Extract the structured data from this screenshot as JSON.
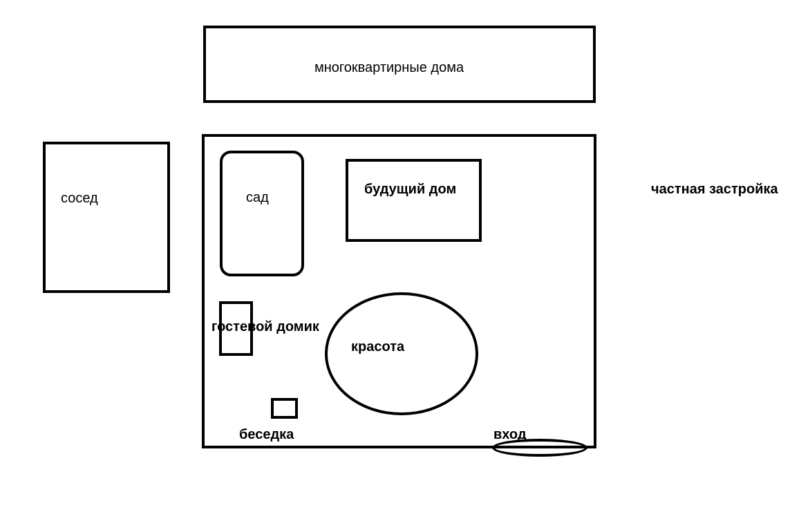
{
  "labels": {
    "apartments": "многоквартирные дома",
    "neighbor": "сосед",
    "garden": "сад",
    "future_house": "будущий дом",
    "private_housing": "частная застройка",
    "guest_house": "гостевой домик",
    "beauty": "красота",
    "gazebo": "беседка",
    "entrance": "вход"
  },
  "colors": {
    "stroke": "#000000",
    "background": "#ffffff"
  }
}
